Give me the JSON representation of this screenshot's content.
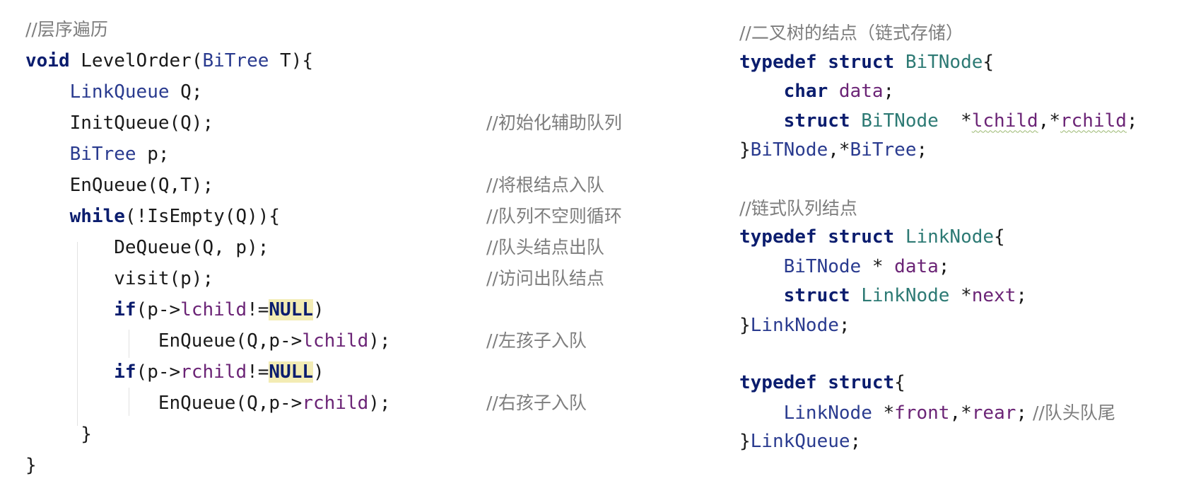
{
  "left": {
    "comment_title": "//层序遍历",
    "l1": {
      "void": "void",
      "name": "LevelOrder(",
      "type": "BiTree",
      "rest": " T){"
    },
    "l2": {
      "type": "LinkQueue",
      "rest": " Q;"
    },
    "l3": {
      "code": "InitQueue(Q);",
      "comment": "//初始化辅助队列"
    },
    "l4": {
      "type": "BiTree",
      "rest": " p;"
    },
    "l5": {
      "code": "EnQueue(Q,T);",
      "comment": "//将根结点入队"
    },
    "l6": {
      "kw": "while",
      "rest": "(!IsEmpty(Q)){",
      "comment": "//队列不空则循环"
    },
    "l7": {
      "code": "DeQueue(Q, p);",
      "comment": "//队头结点出队"
    },
    "l8": {
      "code": "visit(p);",
      "comment": "//访问出队结点"
    },
    "l9": {
      "kw": "if",
      "a": "(p->",
      "field": "lchild",
      "b": "!=",
      "null": "NULL",
      "c": ")"
    },
    "l10": {
      "a": "EnQueue(Q,p->",
      "field": "lchild",
      "b": ");",
      "comment": "//左孩子入队"
    },
    "l11": {
      "kw": "if",
      "a": "(p->",
      "field": "rchild",
      "b": "!=",
      "null": "NULL",
      "c": ")"
    },
    "l12": {
      "a": "EnQueue(Q,p->",
      "field": "rchild",
      "b": ");",
      "comment": "//右孩子入队"
    },
    "l13": "}",
    "l14": "}"
  },
  "right": {
    "c1": "//二叉树的结点（链式存储）",
    "r1": {
      "kw1": "typedef",
      "kw2": "struct",
      "name": "BiTNode",
      "brace": "{"
    },
    "r2": {
      "kw": "char",
      "field": "data",
      "semi": ";"
    },
    "r3": {
      "kw": "struct",
      "type": "BiTNode",
      "s1": "  *",
      "f1": "lchild",
      "comma": ",*",
      "f2": "rchild",
      "semi": ";"
    },
    "r4": {
      "a": "}",
      "t1": "BiTNode",
      "b": ",*",
      "t2": "BiTree",
      "c": ";"
    },
    "c2": "//链式队列结点",
    "r5": {
      "kw1": "typedef",
      "kw2": "struct",
      "name": "LinkNode",
      "brace": "{"
    },
    "r6": {
      "type": "BiTNode",
      "s": " * ",
      "field": "data",
      "semi": ";"
    },
    "r7": {
      "kw": "struct",
      "type": "LinkNode",
      "s": " *",
      "field": "next",
      "semi": ";"
    },
    "r8": {
      "a": "}",
      "t": "LinkNode",
      "c": ";"
    },
    "r9": {
      "kw1": "typedef",
      "kw2": "struct",
      "brace": "{"
    },
    "r10": {
      "type": "LinkNode",
      "s1": " *",
      "f1": "front",
      "comma": ",*",
      "f2": "rear",
      "semi": ";",
      "comment": " //队头队尾"
    },
    "r11": {
      "a": "}",
      "t": "LinkQueue",
      "c": ";"
    }
  }
}
